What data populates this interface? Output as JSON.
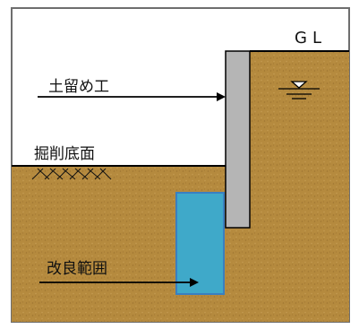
{
  "labels": {
    "ground_level": "GL",
    "retaining_wall": "土留め工",
    "excavation_bottom": "掘削底面",
    "improvement_zone": "改良範囲"
  },
  "colors": {
    "soil": "#b58a3e",
    "soil_speckle": "#8c6427",
    "wall": "#b5b5b5",
    "improvement": "#3fa9c9",
    "improvement_border": "#3a7fc0",
    "line": "#000000",
    "frame": "#6e6e6e"
  }
}
